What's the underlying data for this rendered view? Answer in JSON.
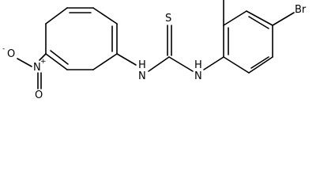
{
  "atoms": {
    "nitro_o_minus": "O",
    "nitro_o_minus_charge": "-",
    "nitro_n": "N",
    "nitro_n_charge": "+",
    "nitro_o_double": "O",
    "nh_left": "H",
    "nh_left_n": "N",
    "thio_s": "S",
    "nh_right": "H",
    "nh_right_n": "N",
    "bromo": "Br"
  }
}
